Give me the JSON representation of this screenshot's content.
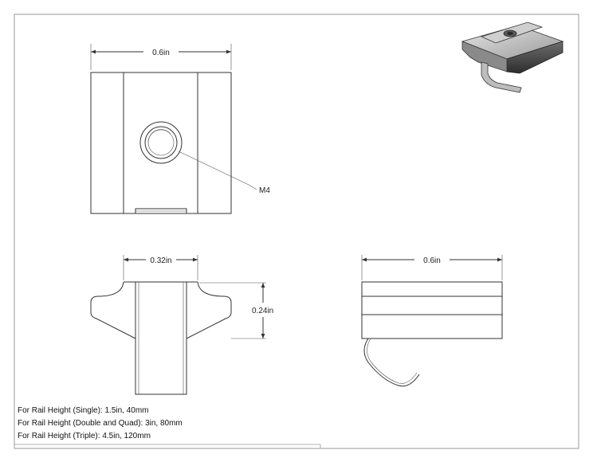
{
  "dimensions": {
    "top_width": "0.6in",
    "thread_callout": "M4",
    "front_width": "0.32in",
    "front_height": "0.24in",
    "side_width": "0.6in"
  },
  "notes": [
    "For Rail Height (Single): 1.5in, 40mm",
    "For Rail Height (Double and Quad): 3in, 80mm",
    "For Rail Height (Triple): 4.5in, 120mm"
  ],
  "colors": {
    "line": "#333333",
    "metal_light": "#d9d9d9",
    "metal_dark": "#4a4a4a"
  }
}
